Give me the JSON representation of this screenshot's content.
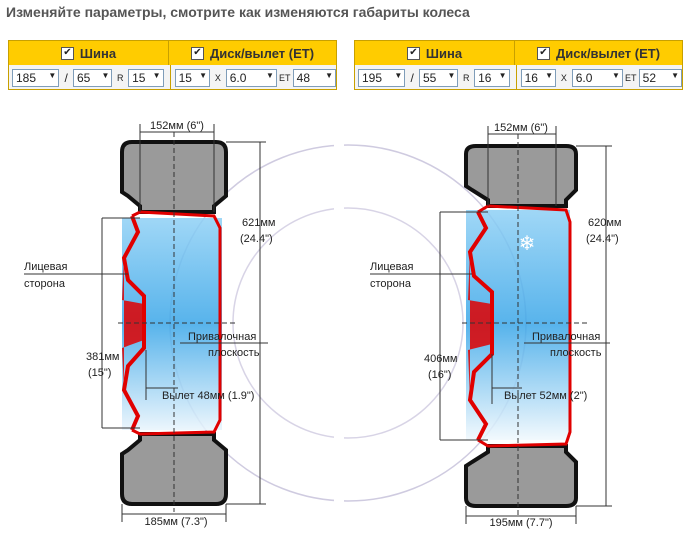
{
  "title": "Изменяйте параметры, смотрите как изменяются габариты колеса",
  "panels": [
    {
      "tire_label": "Шина",
      "disc_label": "Диск/вылет (ET)",
      "width": "185",
      "slash": "/",
      "profile": "65",
      "r": "R",
      "diameter": "15",
      "disc_diameter": "15",
      "x": "X",
      "rim_width": "6.0",
      "et_label": "ET",
      "et": "48"
    },
    {
      "tire_label": "Шина",
      "disc_label": "Диск/вылет (ET)",
      "width": "195",
      "slash": "/",
      "profile": "55",
      "r": "R",
      "diameter": "16",
      "disc_diameter": "16",
      "x": "X",
      "rim_width": "6.0",
      "et_label": "ET",
      "et": "52"
    }
  ],
  "diagrams": [
    {
      "top_width": "152мм (6\")",
      "outer_dia_mm": "621мм",
      "outer_dia_in": "(24.4\")",
      "face_line1": "Лицевая",
      "face_line2": "сторона",
      "plane_line1": "Привалочная",
      "plane_line2": "плоскость",
      "rim_dia_mm": "381мм",
      "rim_dia_in": "(15\")",
      "offset": "Вылет 48мм (1.9\")",
      "bottom_width": "185мм (7.3\")"
    },
    {
      "top_width": "152мм (6\")",
      "outer_dia_mm": "620мм",
      "outer_dia_in": "(24.4\")",
      "face_line1": "Лицевая",
      "face_line2": "сторона",
      "plane_line1": "Привалочная",
      "plane_line2": "плоскость",
      "rim_dia_mm": "406мм",
      "rim_dia_in": "(16\")",
      "offset": "Вылет 52мм (2\")",
      "bottom_width": "195мм (7.7\")"
    }
  ],
  "colors": {
    "header": "#ffcc00",
    "rim": "#e00000",
    "tire": "#9a9a9a",
    "circle": "#c8c4d8"
  }
}
